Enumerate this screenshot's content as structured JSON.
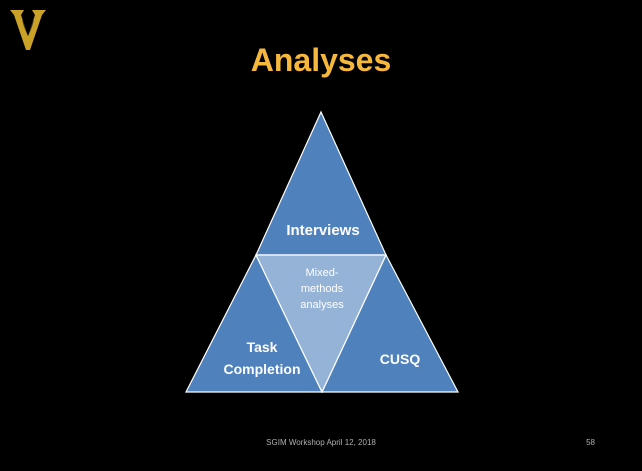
{
  "slide": {
    "title": "Analyses",
    "footer_text": "SGIM Workshop April 12, 2018",
    "page_number": "58"
  },
  "diagram": {
    "top_label": "Interviews",
    "center_label_lines": [
      "Mixed-",
      "methods",
      "analyses"
    ],
    "left_label_lines": [
      "Task",
      "Completion"
    ],
    "right_label": "CUSQ"
  },
  "colors": {
    "title": "#f5b83c",
    "triangle_fill": "#4f81bd",
    "center_fill": "#95b3d7",
    "logo": "#c9a227"
  },
  "icons": {
    "logo": "university-v-logo-icon"
  }
}
